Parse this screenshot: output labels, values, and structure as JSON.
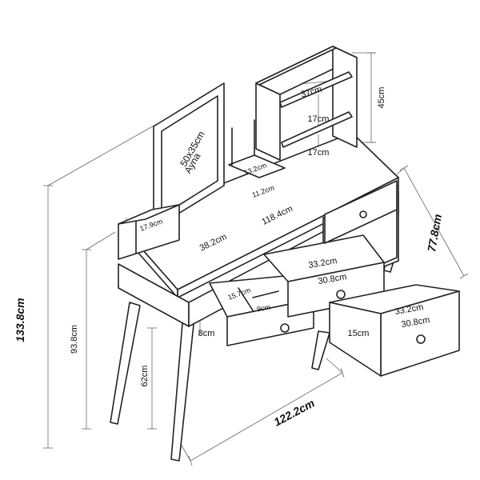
{
  "diagram": {
    "labels": {
      "total_height": "133.8cm",
      "leg_to_top": "93.8cm",
      "leg_height": "62cm",
      "total_width": "122.2cm",
      "depth": "77.8cm",
      "hutch_height": "45cm",
      "shelf_top_width": "37cm",
      "shelf_gap_1": "17cm",
      "shelf_gap_2": "17cm",
      "small_shelf_width": "13.2cm",
      "small_shelf_height": "11.2cm",
      "left_cubby_height": "17.9cm",
      "interior_width": "38.2cm",
      "top_width": "118.4cm",
      "drawer_mid_outer": "33.2cm",
      "drawer_mid_inner": "30.8cm",
      "drawer_right_outer": "33.2cm",
      "drawer_right_inner": "30.8cm",
      "drawer_right_height": "15cm",
      "drawer_left_divider": "15.7cm",
      "drawer_left_compartment": "9cm",
      "drawer_left_height": "8cm",
      "mirror_size": "50x35cm",
      "mirror_name": "Ayna"
    }
  }
}
